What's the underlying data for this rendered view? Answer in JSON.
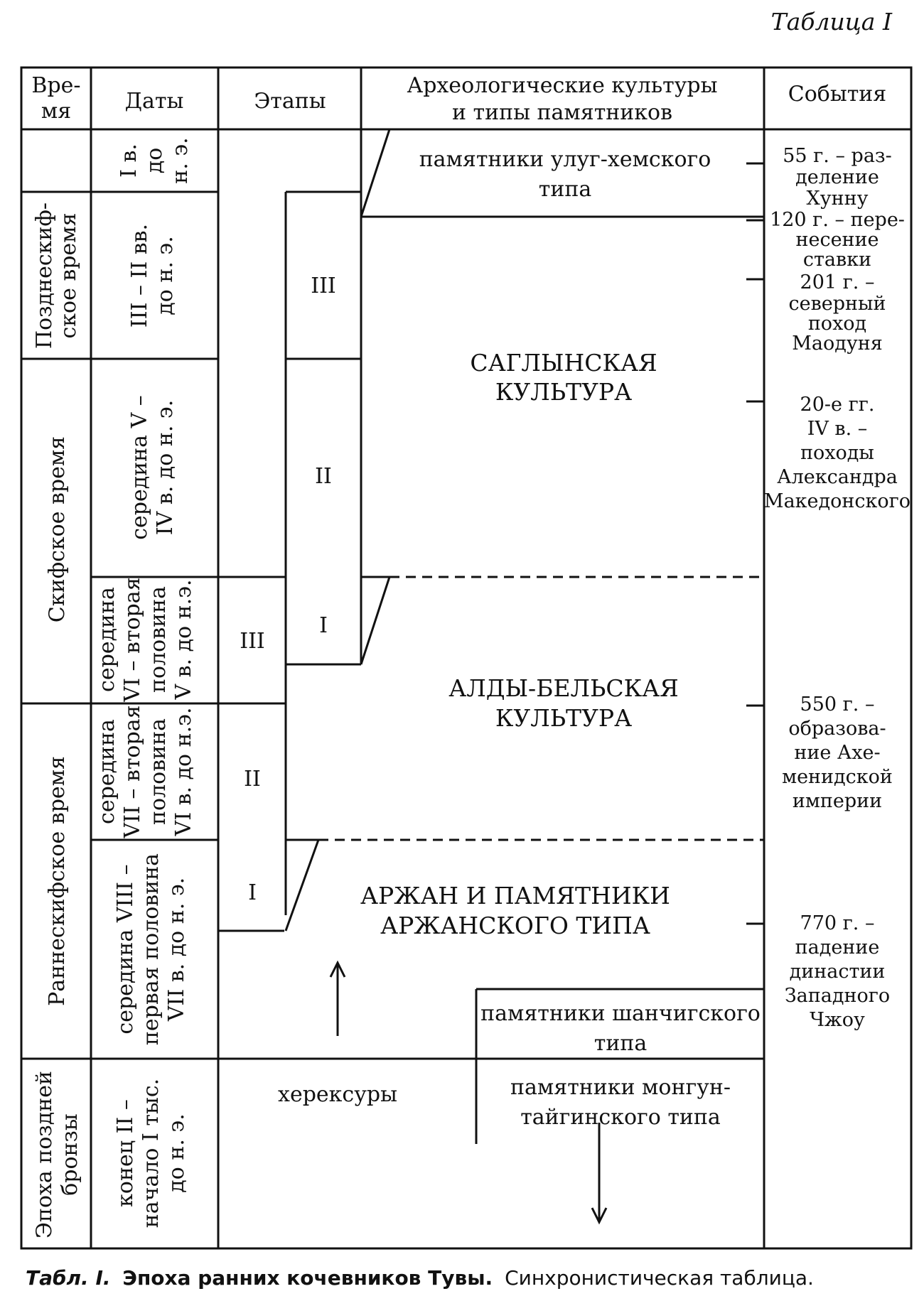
{
  "table_label": "Таблица I",
  "header": {
    "time": [
      "Вре-",
      "мя"
    ],
    "dates": "Даты",
    "stages": "Этапы",
    "cultures": [
      "Археологические культуры",
      "и типы памятников"
    ],
    "events": "События"
  },
  "time_periods": {
    "late_scythian": [
      "Позднескиф-",
      "ское время"
    ],
    "scythian": "Скифское время",
    "early_scythian": "Раннескифское время",
    "late_bronze": [
      "Эпоха поздней",
      "бронзы"
    ]
  },
  "dates": {
    "d1": [
      "I в.",
      "до",
      "н. э."
    ],
    "d2": [
      "III – II вв.",
      "до н. э."
    ],
    "d3": [
      "середина V –",
      "IV в. до н. э."
    ],
    "d4": [
      "середина",
      "VI – вторая",
      "половина",
      "V в. до н.э."
    ],
    "d5": [
      "середина",
      "VII – вторая",
      "половина",
      "VI в. до н.э."
    ],
    "d6": [
      "середина VIII –",
      "первая половина",
      "VII в. до н. э."
    ],
    "d7": [
      "конец II –",
      "начало I тыс.",
      "до н. э."
    ]
  },
  "stages": {
    "aldy_III": "III",
    "aldy_II": "II",
    "aldy_I": "I",
    "sagly_III": "III",
    "sagly_II": "II",
    "sagly_I": "I"
  },
  "cultures": {
    "ulug_khem": [
      "памятники улуг-хемского",
      "типа"
    ],
    "saglyn": [
      "САГЛЫНСКАЯ",
      "КУЛЬТУРА"
    ],
    "aldy_bel": [
      "АЛДЫ-БЕЛЬСКАЯ",
      "КУЛЬТУРА"
    ],
    "arzhan": [
      "АРЖАН И ПАМЯТНИКИ",
      "АРЖАНСКОГО ТИПА"
    ],
    "shanchig": [
      "памятники шанчигского",
      "типа"
    ],
    "khereksury": "херексуры",
    "mongun_taiga": [
      "памятники монгун-",
      "тайгинского типа"
    ]
  },
  "events": {
    "e55": [
      "55 г. – раз-",
      "деление",
      "Хунну"
    ],
    "e120": [
      "120 г. – пере-",
      "несение",
      "ставки"
    ],
    "e201": [
      "201 г. –",
      "северный",
      "поход",
      "Маодуня"
    ],
    "e20s": [
      "20-е гг.",
      "IV в. –",
      "походы",
      "Александра",
      "Македонского"
    ],
    "e550": [
      "550 г. –",
      "образова-",
      "ние Ахе-",
      "менидской",
      "империи"
    ],
    "e770": [
      "770 г. –",
      "падение",
      "династии",
      "Западного",
      "Чжоу"
    ]
  },
  "caption": {
    "lead": "Табл. I.",
    "title": "Эпоха ранних кочевников Тувы.",
    "rest": "Синхронистическая таблица."
  }
}
